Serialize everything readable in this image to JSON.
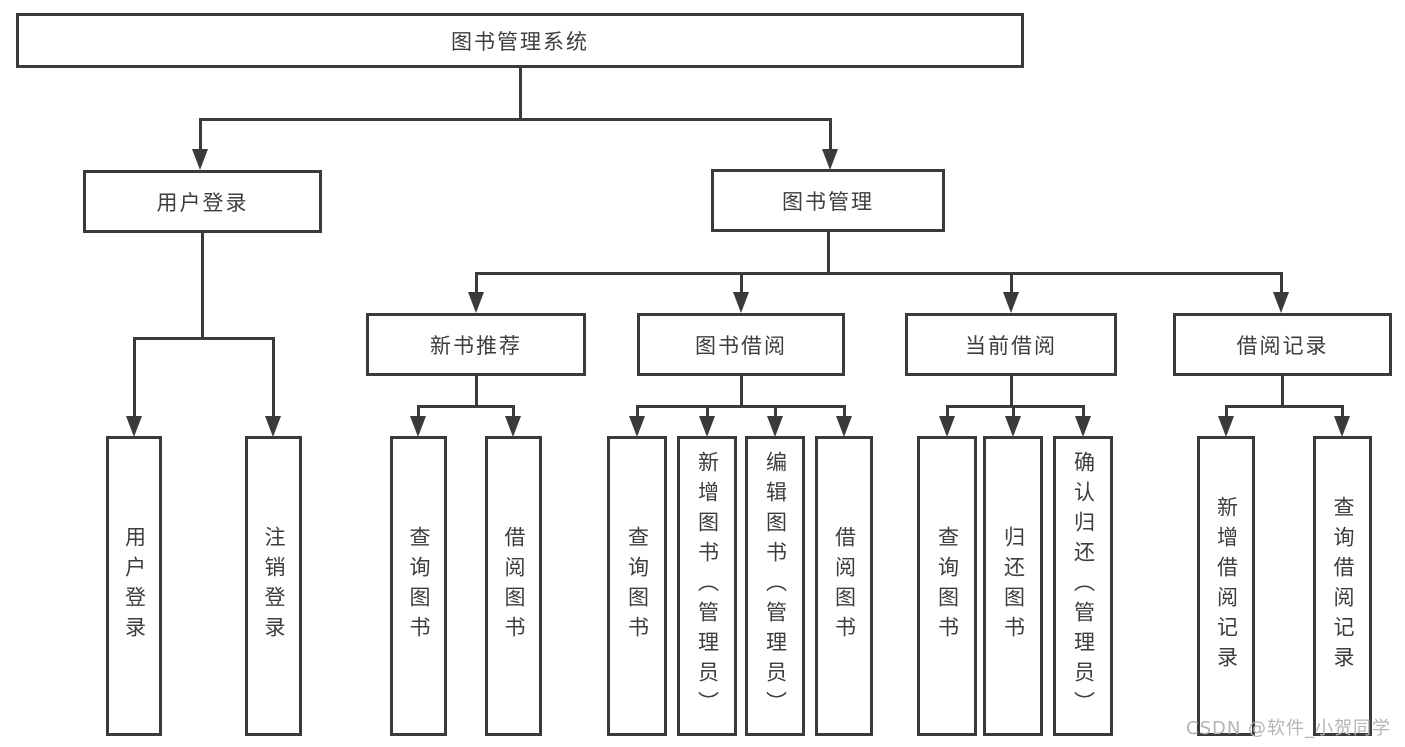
{
  "colors": {
    "line": "#3a3a3a",
    "text": "#3d3d3d",
    "background": "#ffffff",
    "watermark": "#b4b4b4"
  },
  "watermark": {
    "text": "CSDN @软件_小贺同学"
  },
  "tree": {
    "root": {
      "label": "图书管理系统"
    },
    "children": [
      {
        "label": "用户登录",
        "children": [
          {
            "label": "用户登录"
          },
          {
            "label": "注销登录"
          }
        ]
      },
      {
        "label": "图书管理",
        "children": [
          {
            "label": "新书推荐",
            "children": [
              {
                "label": "查询图书"
              },
              {
                "label": "借阅图书"
              }
            ]
          },
          {
            "label": "图书借阅",
            "children": [
              {
                "label": "查询图书"
              },
              {
                "label": "新增图书（管理员）"
              },
              {
                "label": "编辑图书（管理员）"
              },
              {
                "label": "借阅图书"
              }
            ]
          },
          {
            "label": "当前借阅",
            "children": [
              {
                "label": "查询图书"
              },
              {
                "label": "归还图书"
              },
              {
                "label": "确认归还（管理员）"
              }
            ]
          },
          {
            "label": "借阅记录",
            "children": [
              {
                "label": "新增借阅记录"
              },
              {
                "label": "查询借阅记录"
              }
            ]
          }
        ]
      }
    ]
  }
}
